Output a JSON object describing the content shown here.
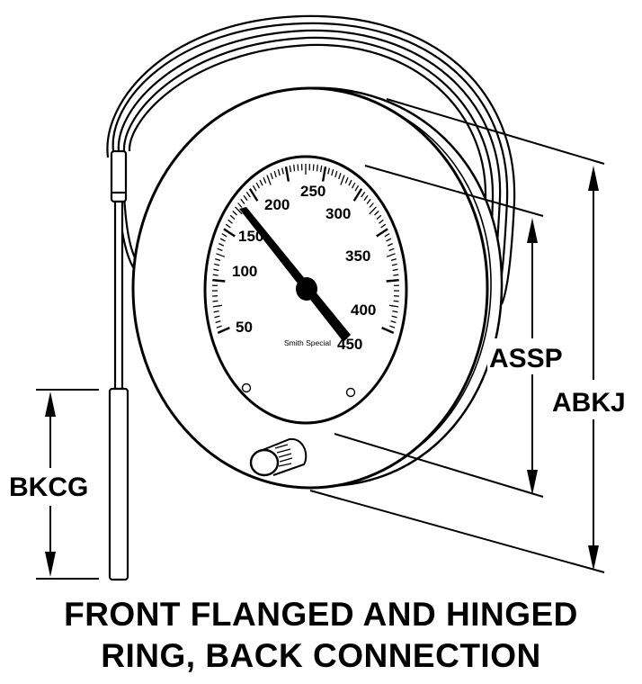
{
  "gauge": {
    "brand": "Smith Special",
    "scale_labels": [
      "50",
      "100",
      "150",
      "200",
      "250",
      "300",
      "350",
      "400",
      "450"
    ]
  },
  "dimensions": {
    "overall_height": "ABKJ",
    "flange_height": "ASSP",
    "bulb_length": "BKCG"
  },
  "caption": {
    "line1": "FRONT FLANGED AND HINGED",
    "line2": "RING, BACK CONNECTION"
  },
  "needle": {
    "reading": "450"
  }
}
